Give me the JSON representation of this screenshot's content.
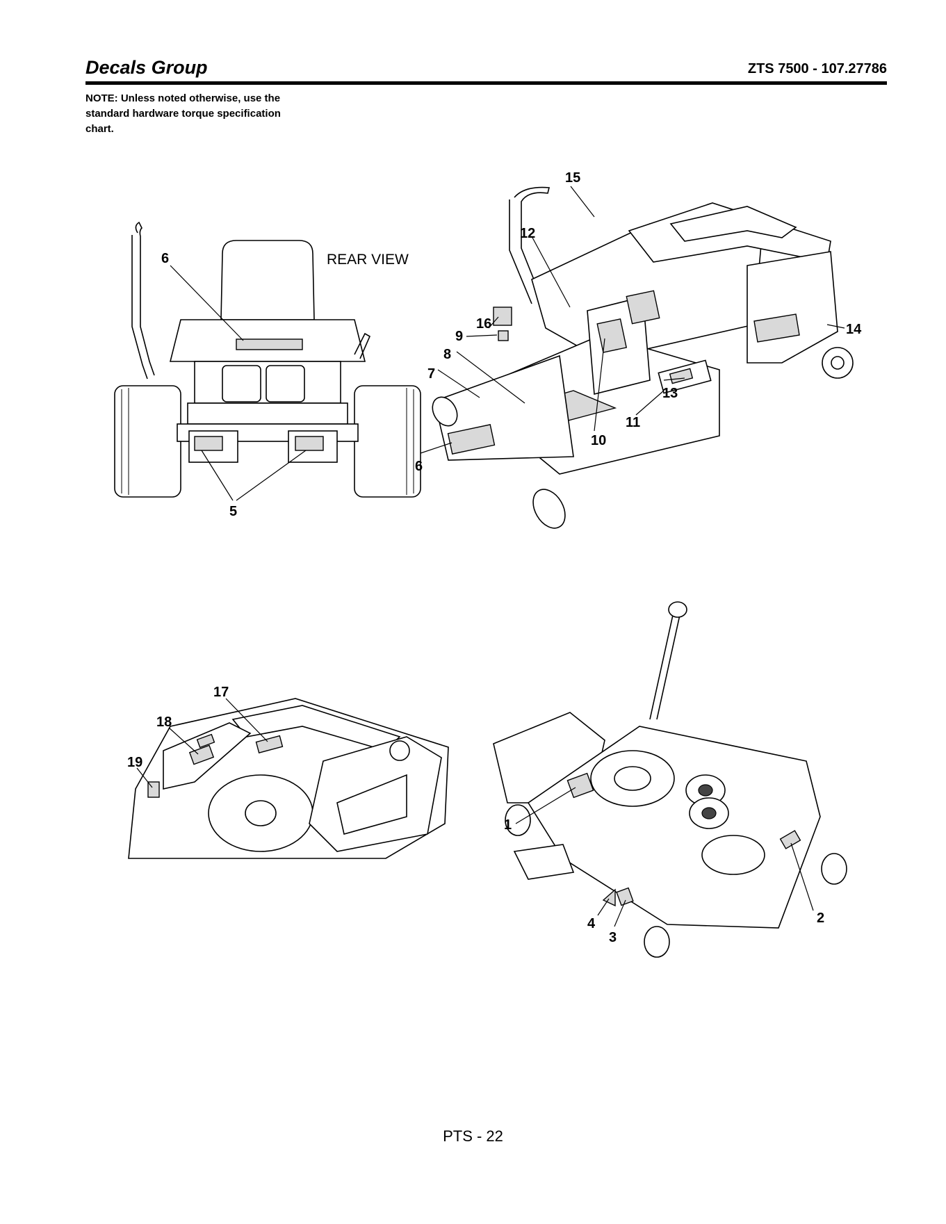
{
  "header": {
    "title": "Decals Group",
    "model": "ZTS 7500 - 107.27786"
  },
  "note": "NOTE: Unless noted otherwise, use the standard hardware torque specification chart.",
  "figures": {
    "rear_view": {
      "label": "REAR VIEW",
      "callouts": [
        "6",
        "5"
      ]
    },
    "front_view": {
      "callouts": [
        "15",
        "12",
        "16",
        "9",
        "8",
        "7",
        "14",
        "13",
        "11",
        "10",
        "6"
      ]
    },
    "hood_view": {
      "callouts": [
        "17",
        "18",
        "19"
      ]
    },
    "deck_view": {
      "callouts": [
        "1",
        "2",
        "3",
        "4"
      ]
    }
  },
  "footer": {
    "page": "PTS - 22"
  }
}
